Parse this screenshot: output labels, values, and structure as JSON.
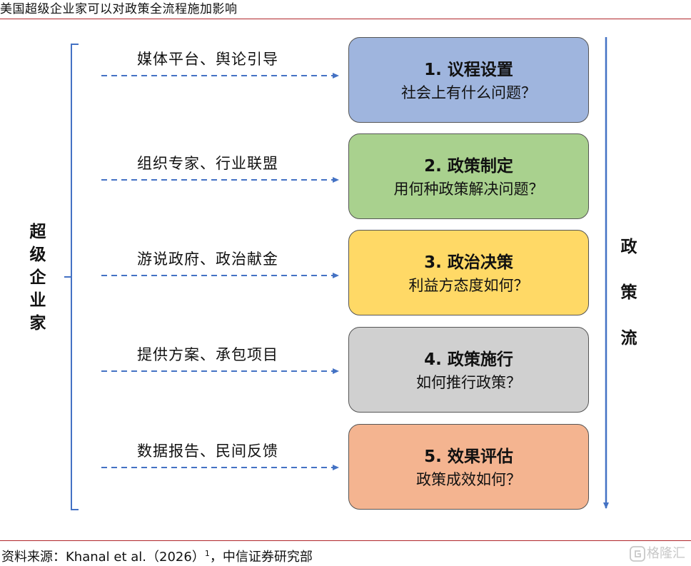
{
  "title": "美国超级企业家可以对政策全流程施加影响",
  "left_label": [
    "超",
    "级",
    "企",
    "业",
    "家"
  ],
  "right_label": [
    "政",
    "策",
    "流"
  ],
  "colors": {
    "rule": "#b0262a",
    "arrow": "#4472c4",
    "stage1": "#9fb5de",
    "stage2": "#a9d18e",
    "stage3": "#ffd966",
    "stage4": "#d0d0d0",
    "stage5": "#f4b490"
  },
  "stages": [
    {
      "means": "媒体平台、舆论引导",
      "title": "1. 议程设置",
      "question": "社会上有什么问题？"
    },
    {
      "means": "组织专家、行业联盟",
      "title": "2. 政策制定",
      "question": "用何种政策解决问题？"
    },
    {
      "means": "游说政府、政治献金",
      "title": "3. 政治决策",
      "question": "利益方态度如何？"
    },
    {
      "means": "提供方案、承包项目",
      "title": "4. 政策施行",
      "question": "如何推行政策？"
    },
    {
      "means": "数据报告、民间反馈",
      "title": "5. 效果评估",
      "question": "政策成效如何？"
    }
  ],
  "footer": {
    "text": "资料来源：Khanal et al.（2026）",
    "sup": "1",
    "tail": "，中信证券研究部"
  },
  "watermark": {
    "icon": "gelonghui-logo-icon",
    "text": "格隆汇"
  }
}
